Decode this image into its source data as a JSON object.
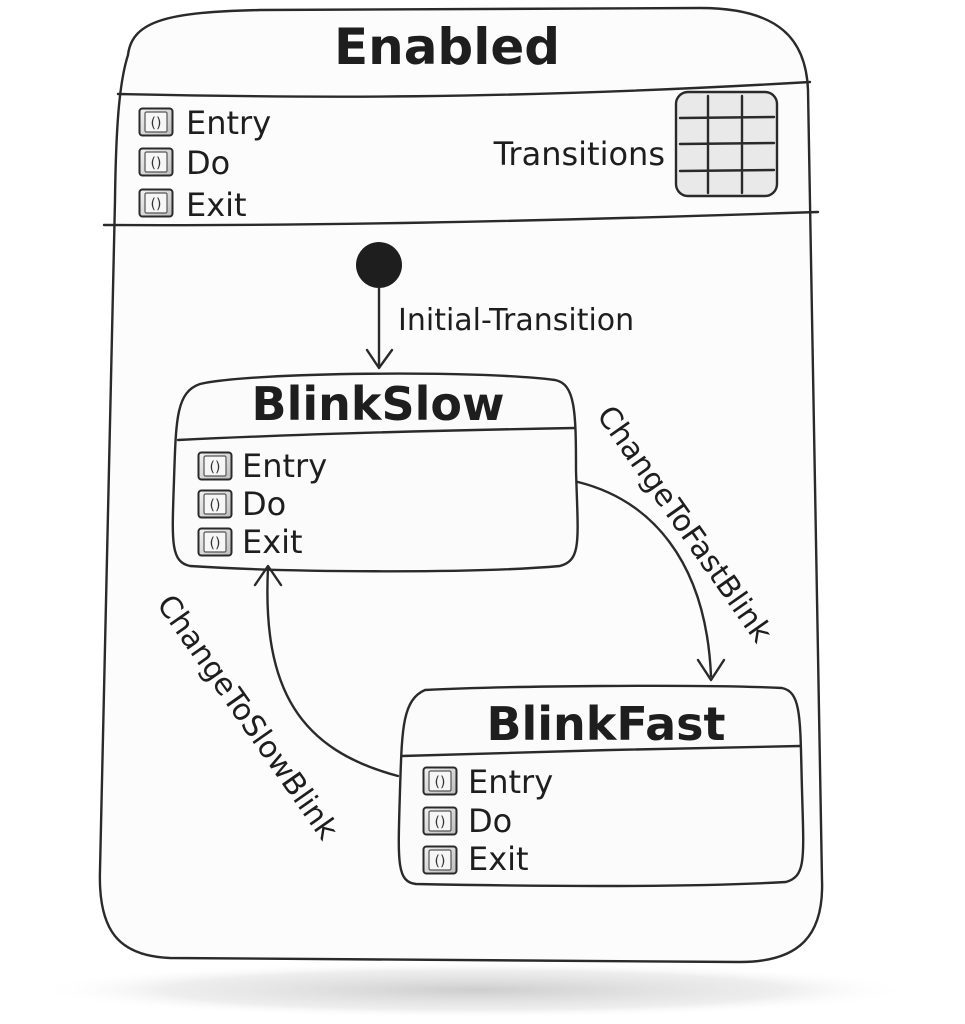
{
  "diagram": {
    "outer_state": {
      "name": "Enabled",
      "actions": [
        "Entry",
        "Do",
        "Exit"
      ],
      "transitions_label": "Transitions"
    },
    "initial_transition_label": "Initial-Transition",
    "states": [
      {
        "name": "BlinkSlow",
        "actions": [
          "Entry",
          "Do",
          "Exit"
        ]
      },
      {
        "name": "BlinkFast",
        "actions": [
          "Entry",
          "Do",
          "Exit"
        ]
      }
    ],
    "transitions": [
      {
        "label": "ChangeToFastBlink",
        "from": "BlinkSlow",
        "to": "BlinkFast"
      },
      {
        "label": "ChangeToSlowBlink",
        "from": "BlinkFast",
        "to": "BlinkSlow"
      }
    ],
    "action_icon": "method-icon",
    "icons": {
      "action": "method-icon",
      "table": "table-grid-icon",
      "initial": "initial-state-dot"
    },
    "colors": {
      "ink": "#1e1e1e",
      "fill": "#fafafa",
      "icon_fill": "#d8d8d8",
      "shadow": "#dcdcdc"
    }
  }
}
